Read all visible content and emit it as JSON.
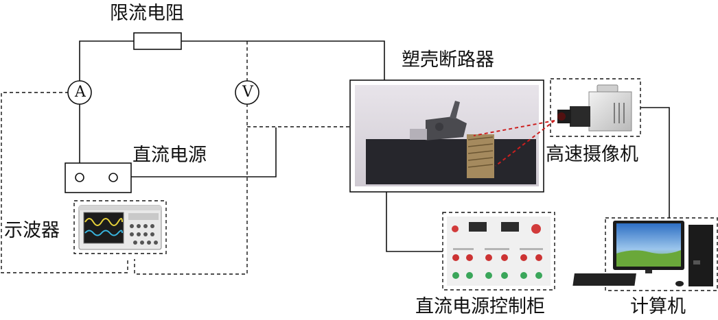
{
  "labels": {
    "current_limiting_resistor": "限流电阻",
    "mccb": "塑壳断路器",
    "dc_power_supply": "直流电源",
    "high_speed_camera": "高速摄像机",
    "oscilloscope": "示波器",
    "dc_power_control_cabinet": "直流电源控制柜",
    "computer": "计算机"
  },
  "meters": {
    "ammeter": "A",
    "voltmeter": "V"
  },
  "colors": {
    "line": "#111111",
    "laser": "#cc1f1f",
    "monitor_sky": "#3d7fcf",
    "grass": "#6aa83a"
  }
}
